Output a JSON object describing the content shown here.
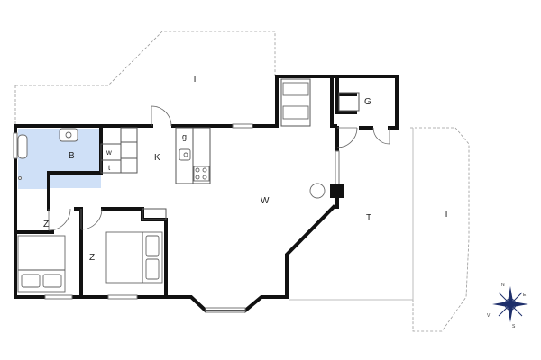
{
  "floor_plan": {
    "rooms": {
      "terrace_north": "T",
      "garage": "G",
      "bathroom": "B",
      "washer": "w",
      "tumble_dryer": "t",
      "kitchen": "K",
      "gas": "g",
      "living": "W",
      "bedroom_west": "Z",
      "bedroom_center": "Z",
      "terrace_east_inner": "T",
      "terrace_east_outer": "T"
    },
    "compass": {
      "north": "N",
      "east": "E",
      "south": "S",
      "west": "V"
    },
    "colors": {
      "wall": "#111111",
      "bathroom_fill": "#cfe0f7",
      "terrace_line": "#9a9a9a",
      "compass_accent": "#1e2f6b"
    }
  }
}
